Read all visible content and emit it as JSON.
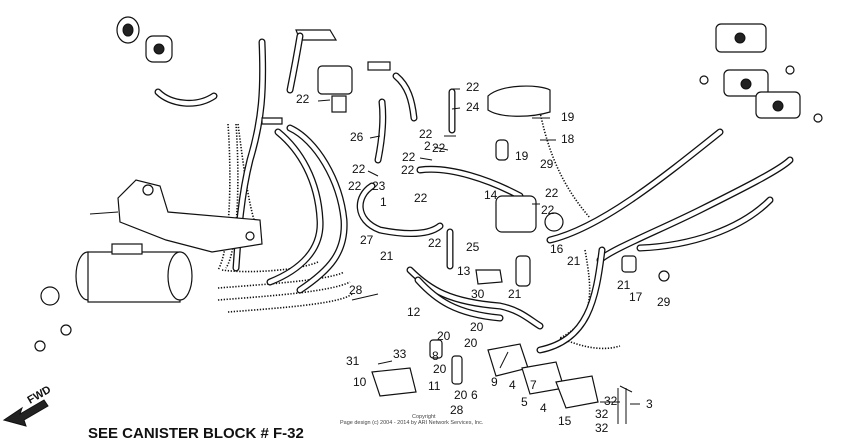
{
  "footer": {
    "see_text": "SEE CANISTER BLOCK # F-32",
    "copyright_line1": "Copyright",
    "copyright_line2": "Page design (c) 2004 - 2014 by ARI Network Services, Inc."
  },
  "direction_label": "FWD",
  "callouts": [
    {
      "id": "c22a",
      "text": "22"
    },
    {
      "id": "c22b",
      "text": "22"
    },
    {
      "id": "c24",
      "text": "24"
    },
    {
      "id": "c22c",
      "text": "22"
    },
    {
      "id": "c26",
      "text": "26"
    },
    {
      "id": "c22d",
      "text": "22"
    },
    {
      "id": "c2",
      "text": "2"
    },
    {
      "id": "c22e",
      "text": "22"
    },
    {
      "id": "c22f",
      "text": "22"
    },
    {
      "id": "c22g",
      "text": "22"
    },
    {
      "id": "c23",
      "text": "23"
    },
    {
      "id": "c22h",
      "text": "22"
    },
    {
      "id": "c1",
      "text": "1"
    },
    {
      "id": "c22i",
      "text": "22"
    },
    {
      "id": "c19a",
      "text": "19"
    },
    {
      "id": "c18",
      "text": "18"
    },
    {
      "id": "c19b",
      "text": "19"
    },
    {
      "id": "c29a",
      "text": "29"
    },
    {
      "id": "c14",
      "text": "14"
    },
    {
      "id": "c22j",
      "text": "22"
    },
    {
      "id": "c22k",
      "text": "22"
    },
    {
      "id": "c27",
      "text": "27"
    },
    {
      "id": "c22l",
      "text": "22"
    },
    {
      "id": "c25",
      "text": "25"
    },
    {
      "id": "c16",
      "text": "16"
    },
    {
      "id": "c21a",
      "text": "21"
    },
    {
      "id": "c21b",
      "text": "21"
    },
    {
      "id": "c13",
      "text": "13"
    },
    {
      "id": "c28a",
      "text": "28"
    },
    {
      "id": "c30",
      "text": "30"
    },
    {
      "id": "c21c",
      "text": "21"
    },
    {
      "id": "c21d",
      "text": "21"
    },
    {
      "id": "c17",
      "text": "17"
    },
    {
      "id": "c29b",
      "text": "29"
    },
    {
      "id": "c12",
      "text": "12"
    },
    {
      "id": "c20a",
      "text": "20"
    },
    {
      "id": "c20b",
      "text": "20"
    },
    {
      "id": "c20c",
      "text": "20"
    },
    {
      "id": "c33",
      "text": "33"
    },
    {
      "id": "c8",
      "text": "8"
    },
    {
      "id": "c31",
      "text": "31"
    },
    {
      "id": "c20d",
      "text": "20"
    },
    {
      "id": "c10",
      "text": "10"
    },
    {
      "id": "c11",
      "text": "11"
    },
    {
      "id": "c20e",
      "text": "20"
    },
    {
      "id": "c6",
      "text": "6"
    },
    {
      "id": "c9",
      "text": "9"
    },
    {
      "id": "c4a",
      "text": "4"
    },
    {
      "id": "c7",
      "text": "7"
    },
    {
      "id": "c5",
      "text": "5"
    },
    {
      "id": "c4b",
      "text": "4"
    },
    {
      "id": "c32a",
      "text": "32"
    },
    {
      "id": "c3",
      "text": "3"
    },
    {
      "id": "c32b",
      "text": "32"
    },
    {
      "id": "c28b",
      "text": "28"
    },
    {
      "id": "c15",
      "text": "15"
    },
    {
      "id": "c32c",
      "text": "32"
    }
  ]
}
